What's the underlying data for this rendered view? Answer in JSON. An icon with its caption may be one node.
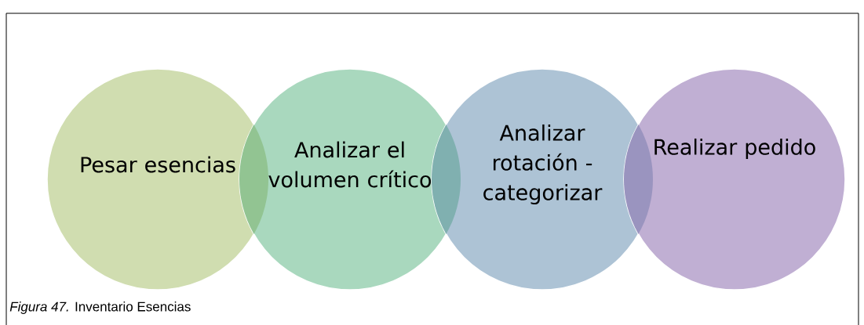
{
  "diagram": {
    "caption": "*Figura 47.* Inventario Esencias",
    "nodes": [
      {
        "text": [
          "Pesar esencias"
        ]
      },
      {
        "text": [
          "Analizar el volumen crítico"
        ]
      },
      {
        "text": [
          "Analizar rotación - categorizar"
        ]
      },
      {
        "text": [
          "Realizar pedido"
        ]
      }
    ]
  }
}
